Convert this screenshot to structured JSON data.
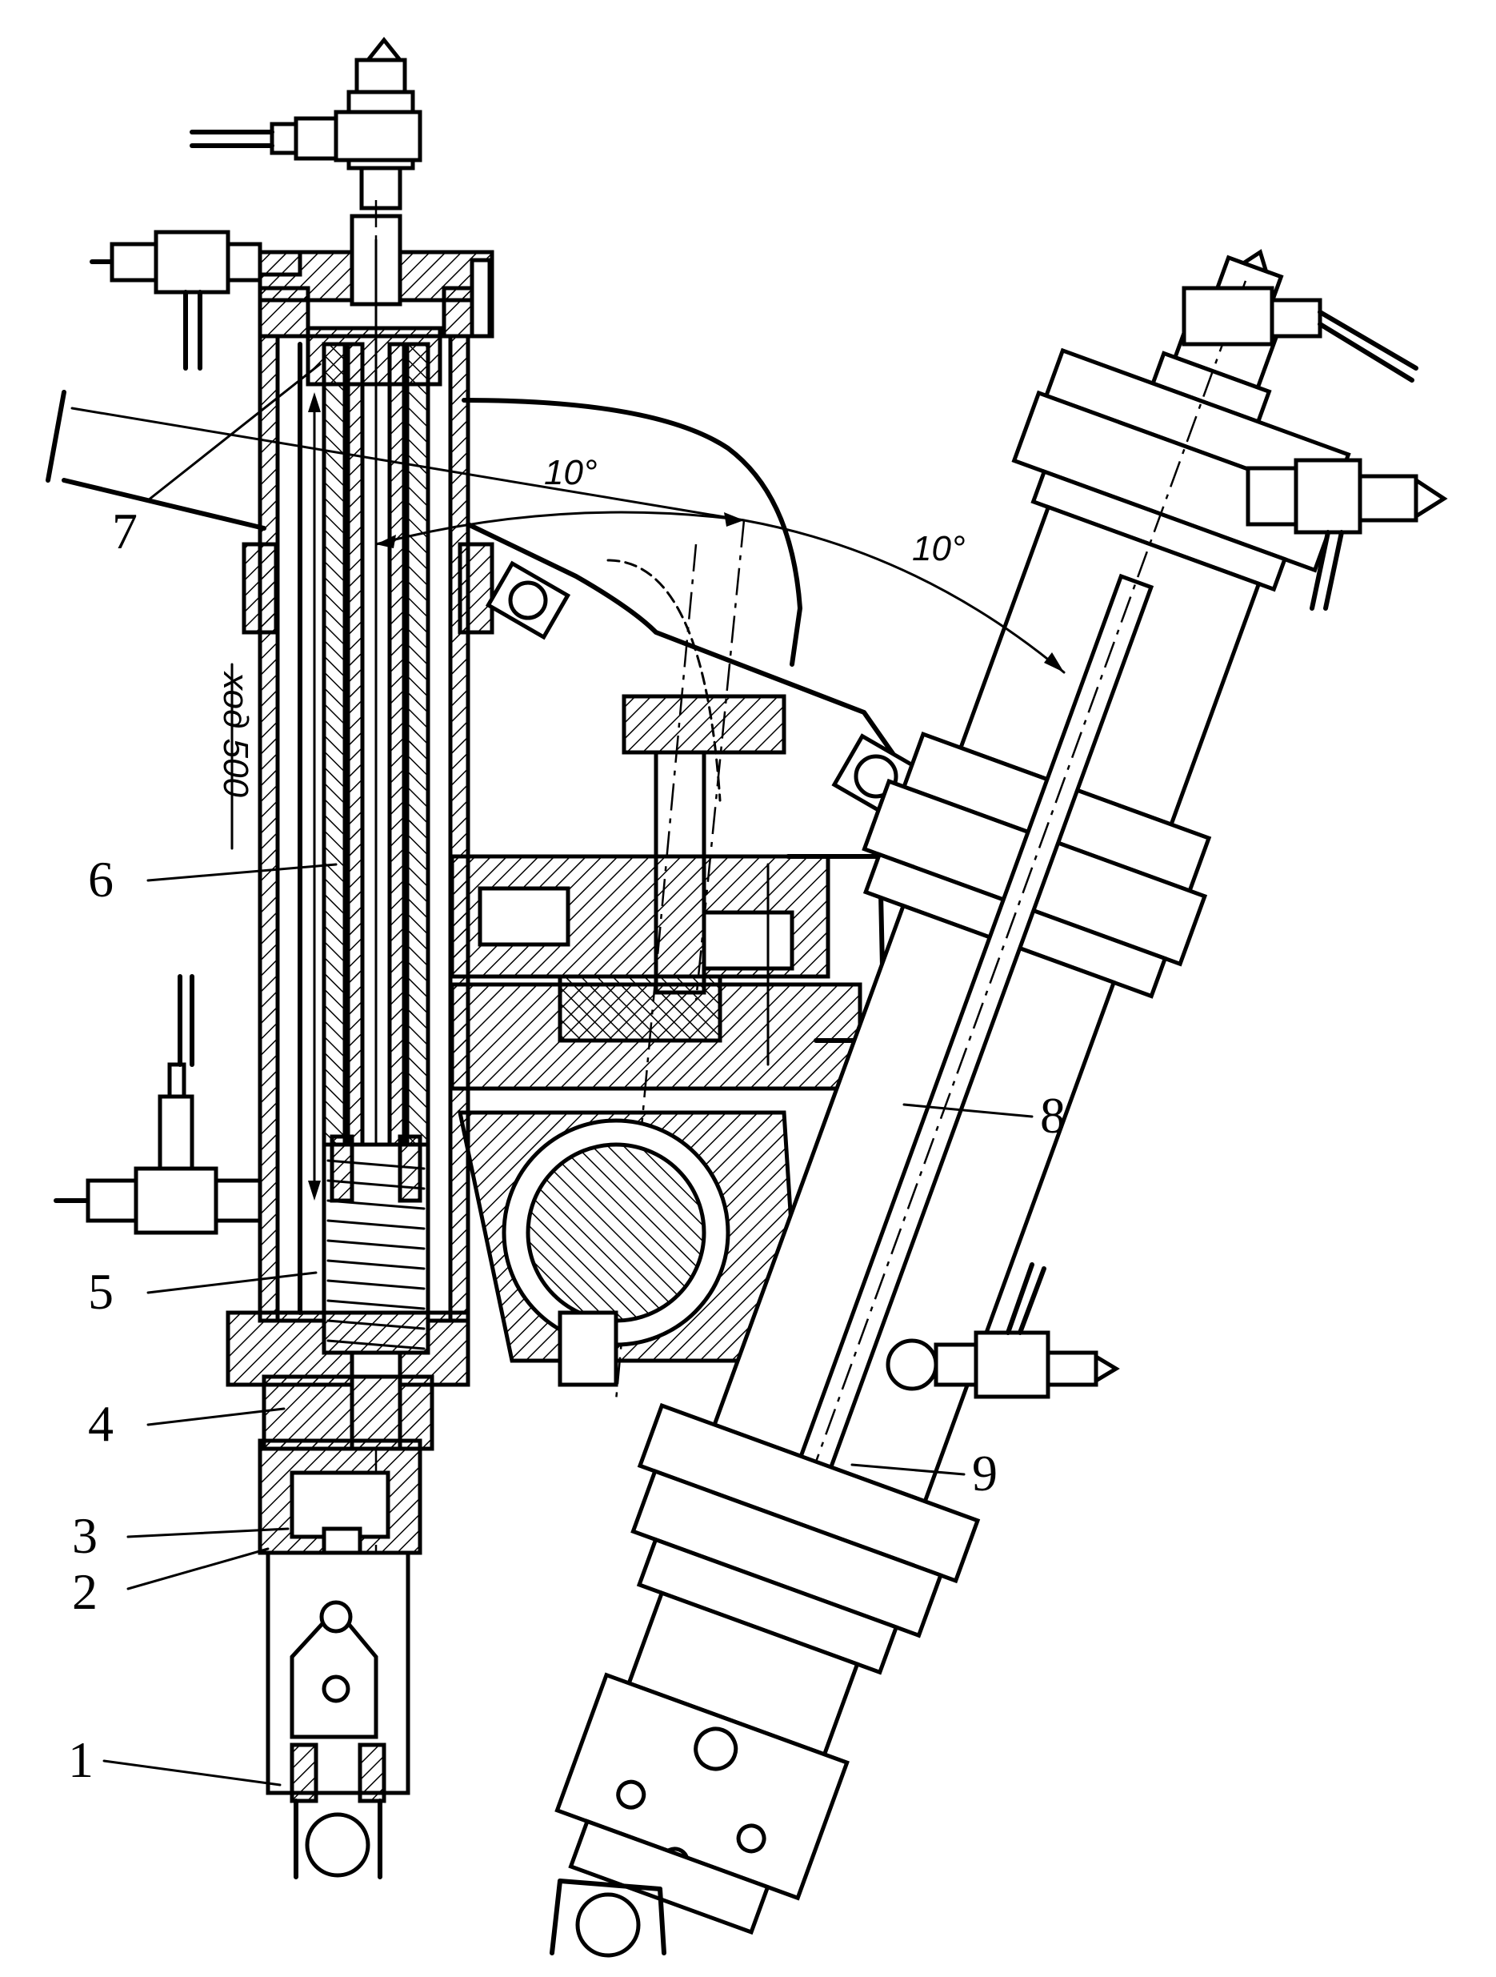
{
  "figure": {
    "part_labels": [
      "1",
      "2",
      "3",
      "4",
      "5",
      "6",
      "7",
      "8",
      "9"
    ],
    "angle_label_left": "10°",
    "angle_label_right": "10°",
    "stroke_label": "ход 500"
  }
}
